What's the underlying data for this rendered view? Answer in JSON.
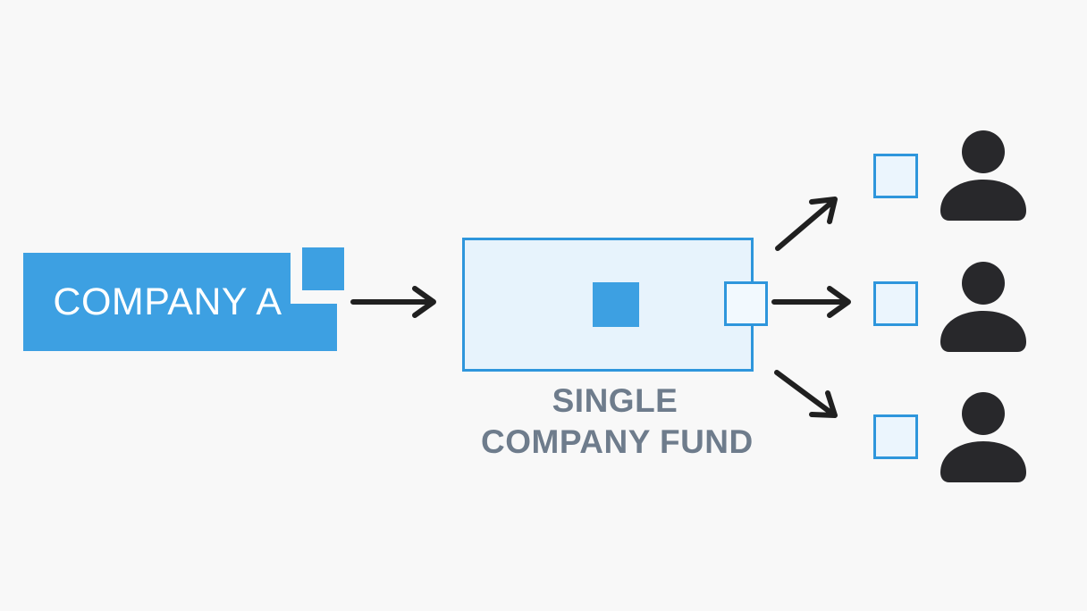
{
  "company": {
    "label": "COMPANY A"
  },
  "fund": {
    "label_lines": [
      "SINGLE",
      "COMPANY FUND"
    ]
  },
  "investors": {
    "count": 3,
    "icon": "person-icon",
    "unit_icon": "unit-square-icon"
  },
  "icons": {
    "company_share": "share-square-icon",
    "fund_share": "share-square-icon",
    "fund_unit": "unit-square-icon",
    "flow": "arrow-icon"
  },
  "colors": {
    "accent_blue": "#3da0e2",
    "outline_blue": "#2e96dc",
    "fund_fill": "#e7f3fc",
    "unit_fill": "#ebf5fd",
    "unit_fill_light": "#f2f9fe",
    "label_gray": "#6e7c8c",
    "arrow_black": "#202020",
    "person_dark": "#28282b",
    "company_text": "#ffffff",
    "bg": "#f8f8f8"
  }
}
